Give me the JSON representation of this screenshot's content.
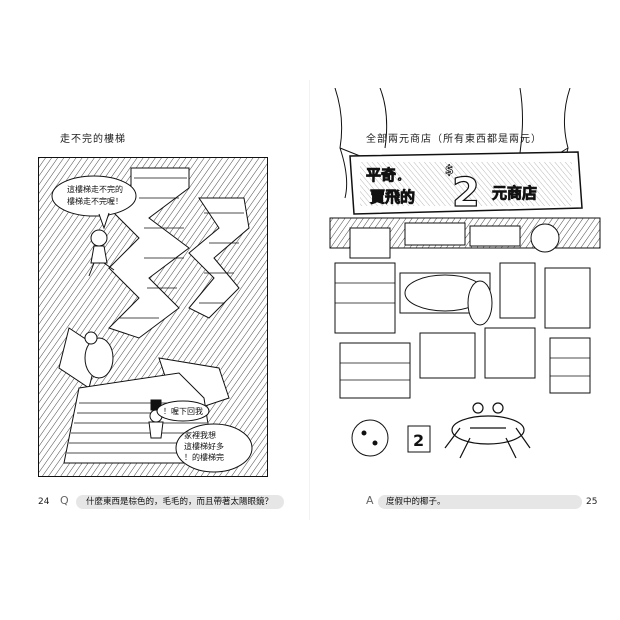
{
  "left_page": {
    "chapter_title": "走不完的樓梯",
    "bubble_top": [
      "這樓梯走不完的",
      "樓梯走不完喔！"
    ],
    "bubble_bottom_small": "！喔下回我",
    "bubble_bottom_large": [
      "家裡我想",
      "這樓梯好多",
      "！的樓梯完"
    ],
    "qa_letter": "Q",
    "question": "什麼東西是棕色的，毛毛的，而且帶著太陽眼鏡？",
    "page_number": "24"
  },
  "right_page": {
    "chapter_title": "全部兩元商店（所有東西都是兩元）",
    "banner_line1": "平奇．",
    "banner_line2": "賈飛的",
    "banner_number": "2",
    "banner_dollar": "$",
    "banner_suffix": "元商店",
    "price_tag": "2",
    "qa_letter": "A",
    "answer": "度假中的椰子。",
    "page_number": "25"
  }
}
